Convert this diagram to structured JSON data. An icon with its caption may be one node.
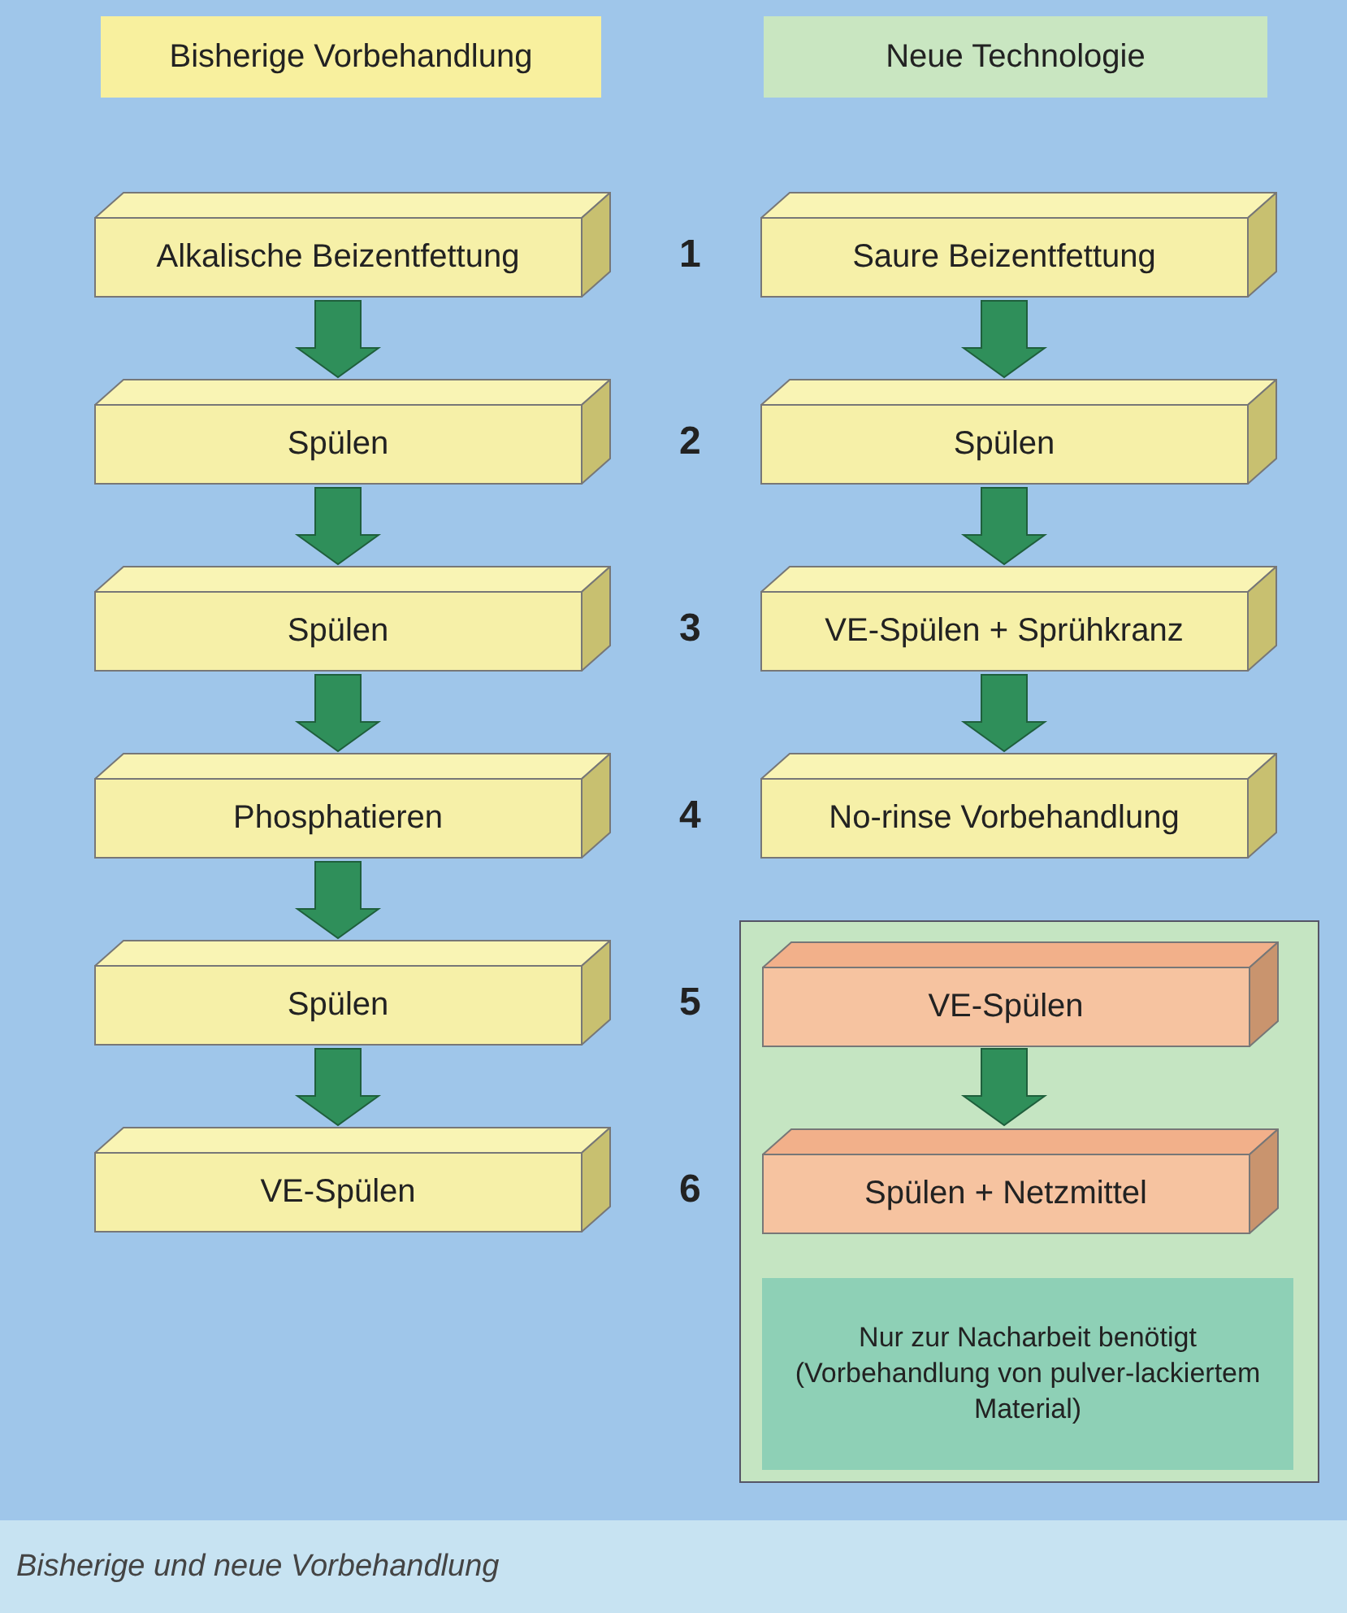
{
  "diagram": {
    "caption": "Bisherige und neue Vorbehandlung",
    "nodes": [
      {
        "text": [
          "Bisherige Vorbehandlung"
        ]
      },
      {
        "text": [
          "Neue Technologie"
        ]
      },
      {
        "text": [
          "Alkalische Beizentfettung"
        ]
      },
      {
        "text": [
          "Spülen"
        ]
      },
      {
        "text": [
          "Spülen"
        ]
      },
      {
        "text": [
          "Phosphatieren"
        ]
      },
      {
        "text": [
          "Spülen"
        ]
      },
      {
        "text": [
          "VE-Spülen"
        ]
      },
      {
        "text": [
          "Saure Beizentfettung"
        ]
      },
      {
        "text": [
          "Spülen"
        ]
      },
      {
        "text": [
          "VE-Spülen + Sprühkranz"
        ]
      },
      {
        "text": [
          "No-rinse Vorbehandlung"
        ]
      },
      {
        "text": [],
        "shape": "box"
      },
      {
        "text": [
          "VE-Spülen"
        ],
        "in": 12
      },
      {
        "text": [
          "Spülen + Netzmittel"
        ],
        "in": 12
      },
      {
        "text": [
          "Nur zur Nacharbeit benötigt (Vorbehandlung von pulver-lackiertem Material)"
        ],
        "in": 12
      }
    ],
    "edges": [
      {
        "from": 2,
        "to": 3,
        "arrow": "to"
      },
      {
        "from": 3,
        "to": 4,
        "arrow": "to"
      },
      {
        "from": 4,
        "to": 5,
        "arrow": "to"
      },
      {
        "from": 5,
        "to": 6,
        "arrow": "to"
      },
      {
        "from": 6,
        "to": 7,
        "arrow": "to"
      },
      {
        "from": 8,
        "to": 9,
        "arrow": "to"
      },
      {
        "from": 9,
        "to": 10,
        "arrow": "to"
      },
      {
        "from": 10,
        "to": 11,
        "arrow": "to"
      },
      {
        "from": 13,
        "to": 14,
        "arrow": "to"
      }
    ],
    "labels": [
      "1",
      "2",
      "3",
      "4",
      "5",
      "6"
    ]
  }
}
